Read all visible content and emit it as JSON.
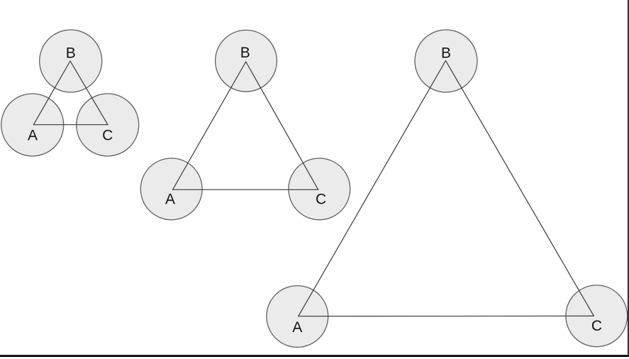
{
  "page": {
    "background": "#ffffff"
  },
  "canvas": {
    "bottom_edge_color": "#000000",
    "right_edge_color": "#1a1a1a"
  },
  "diagram": {
    "type": "node-link diagram",
    "description": "Three similar triangles of increasing size; each triangle has circular nodes at its vertices labeled A, B and C connected by straight edges.",
    "node_fill": "#ebebeb",
    "node_stroke": "#606060",
    "edge_color": "#3a3a3a",
    "label_color": "#141414",
    "triangles": [
      {
        "size": "small",
        "nodes": [
          {
            "label": "A"
          },
          {
            "label": "B"
          },
          {
            "label": "C"
          }
        ],
        "edges": [
          "A-B",
          "B-C",
          "C-A"
        ]
      },
      {
        "size": "medium",
        "nodes": [
          {
            "label": "A"
          },
          {
            "label": "B"
          },
          {
            "label": "C"
          }
        ],
        "edges": [
          "A-B",
          "B-C",
          "C-A"
        ]
      },
      {
        "size": "large",
        "nodes": [
          {
            "label": "A"
          },
          {
            "label": "B"
          },
          {
            "label": "C"
          }
        ],
        "edges": [
          "A-B",
          "B-C",
          "C-A"
        ]
      }
    ]
  }
}
